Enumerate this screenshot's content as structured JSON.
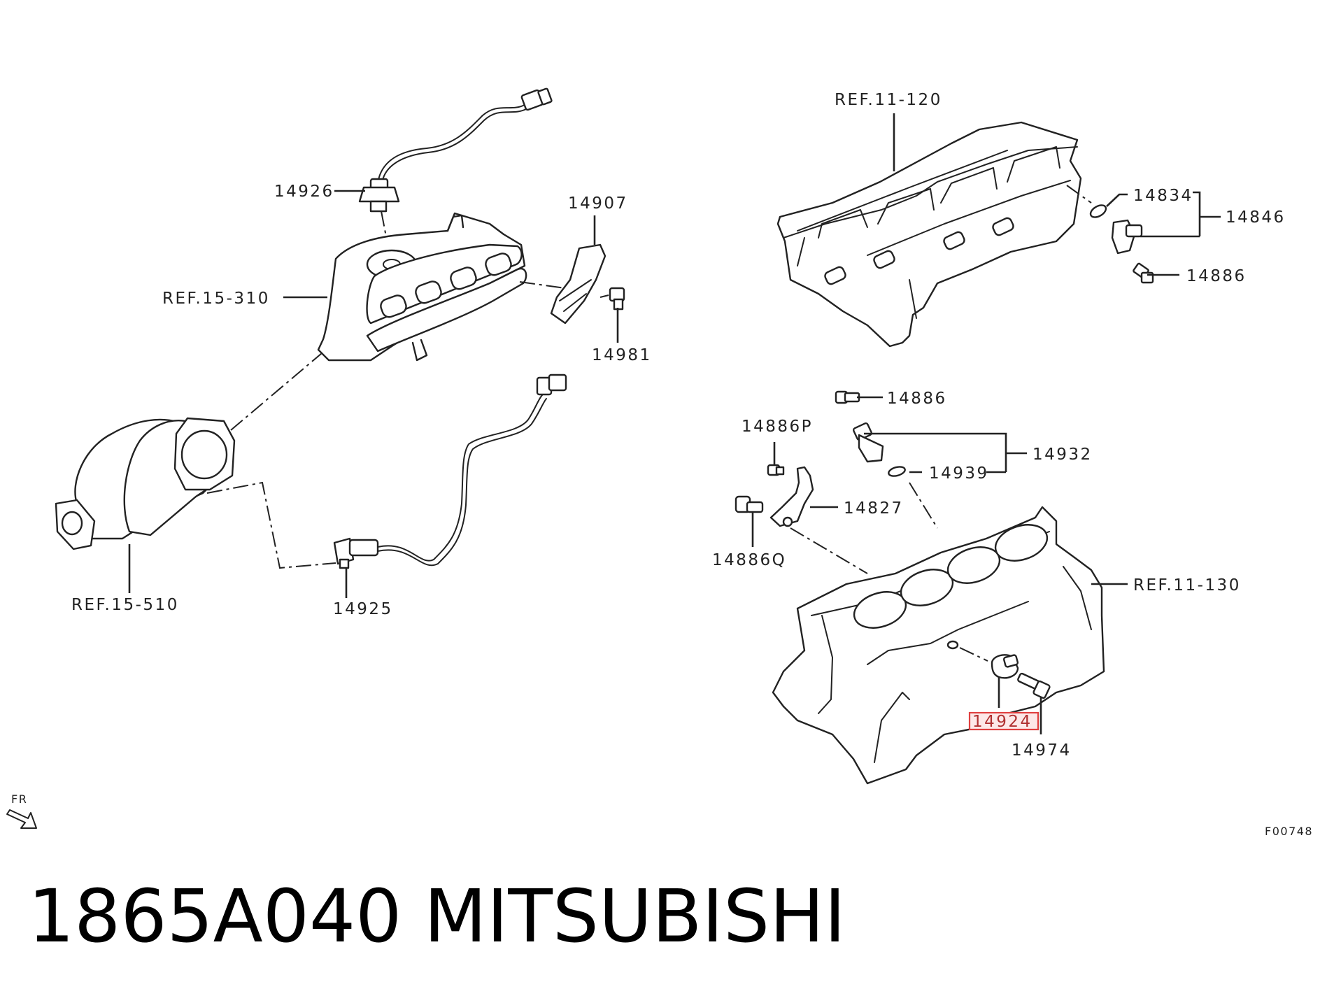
{
  "callouts": {
    "p14926": "14926",
    "p14907": "14907",
    "ref15310": "REF.15-310",
    "p14981": "14981",
    "ref15510": "REF.15-510",
    "p14925": "14925",
    "ref11120": "REF.11-120",
    "p14834": "14834",
    "p14846": "14846",
    "p14886a": "14886",
    "p14886b": "14886",
    "p14886p": "14886P",
    "p14932": "14932",
    "p14939": "14939",
    "p14827": "14827",
    "p14886q": "14886Q",
    "ref11130": "REF.11-130",
    "p14924": "14924",
    "p14974": "14974"
  },
  "direction_label": "FR",
  "figure_code": "F00748",
  "highlight_color": "#e04040",
  "caption": {
    "part_number": "1865A040",
    "brand": "MITSUBISHI"
  }
}
